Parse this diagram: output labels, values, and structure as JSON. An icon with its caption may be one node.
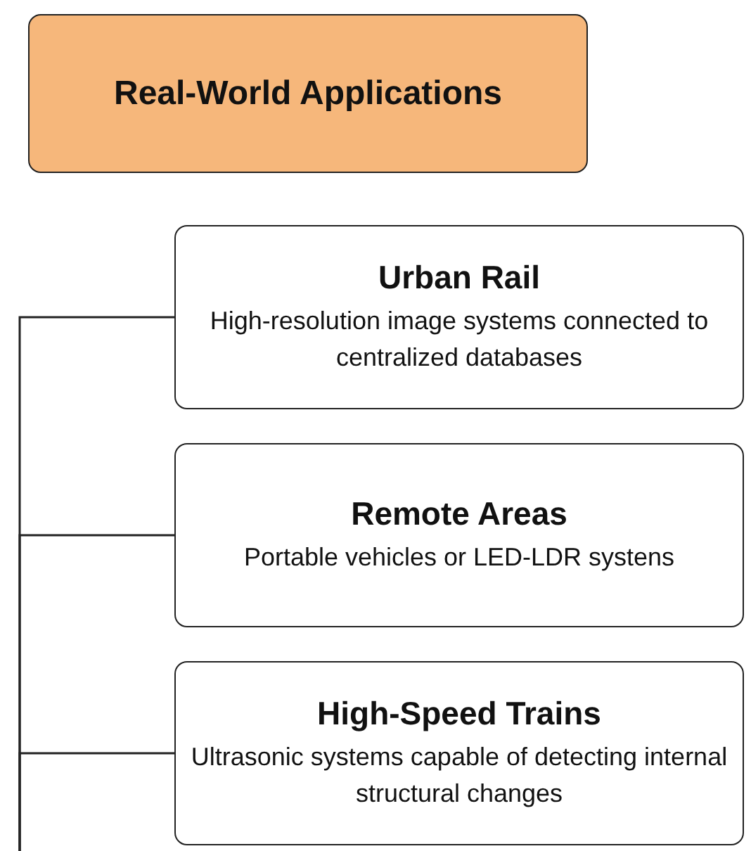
{
  "diagram": {
    "nodes": [
      {
        "text": [
          "Real-World Applications"
        ]
      },
      {
        "text": [
          "Urban Rail",
          "High-resolution image systems connected to centralized databases"
        ]
      },
      {
        "text": [
          "Remote Areas",
          "Portable vehicles or LED-LDR systens"
        ]
      },
      {
        "text": [
          "High-Speed Trains",
          "Ultrasonic systems capable of detecting internal structural changes"
        ]
      }
    ],
    "edges": [
      {
        "from": null,
        "to": 1,
        "arrow": "none"
      },
      {
        "from": null,
        "to": 2,
        "arrow": "none"
      },
      {
        "from": null,
        "to": 3,
        "arrow": "none"
      }
    ]
  }
}
